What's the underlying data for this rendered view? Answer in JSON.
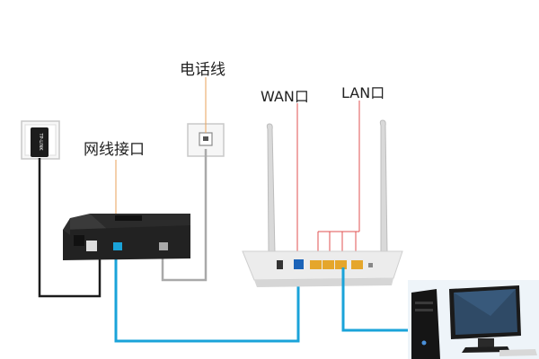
{
  "labels": {
    "phone_line": "电话线",
    "network_port": "网线接口",
    "wan_port": "WAN口",
    "lan_port": "LAN口"
  },
  "brand": {
    "logo_text": "TP-LINK"
  },
  "colors": {
    "ethernet_cable": "#1aa3d9",
    "power_cable": "#1c1c1c",
    "phone_cable": "#a9a9a9",
    "callout_line": "#e9a25a",
    "device_body": "#222222",
    "router_body": "#ececec",
    "lan_port_fill": "#e5a62b",
    "wan_port_fill": "#1b63b8"
  },
  "icons": [
    "power-adapter-icon",
    "phone-wall-jack-icon",
    "modem-icon",
    "router-icon",
    "desktop-computer-icon"
  ]
}
